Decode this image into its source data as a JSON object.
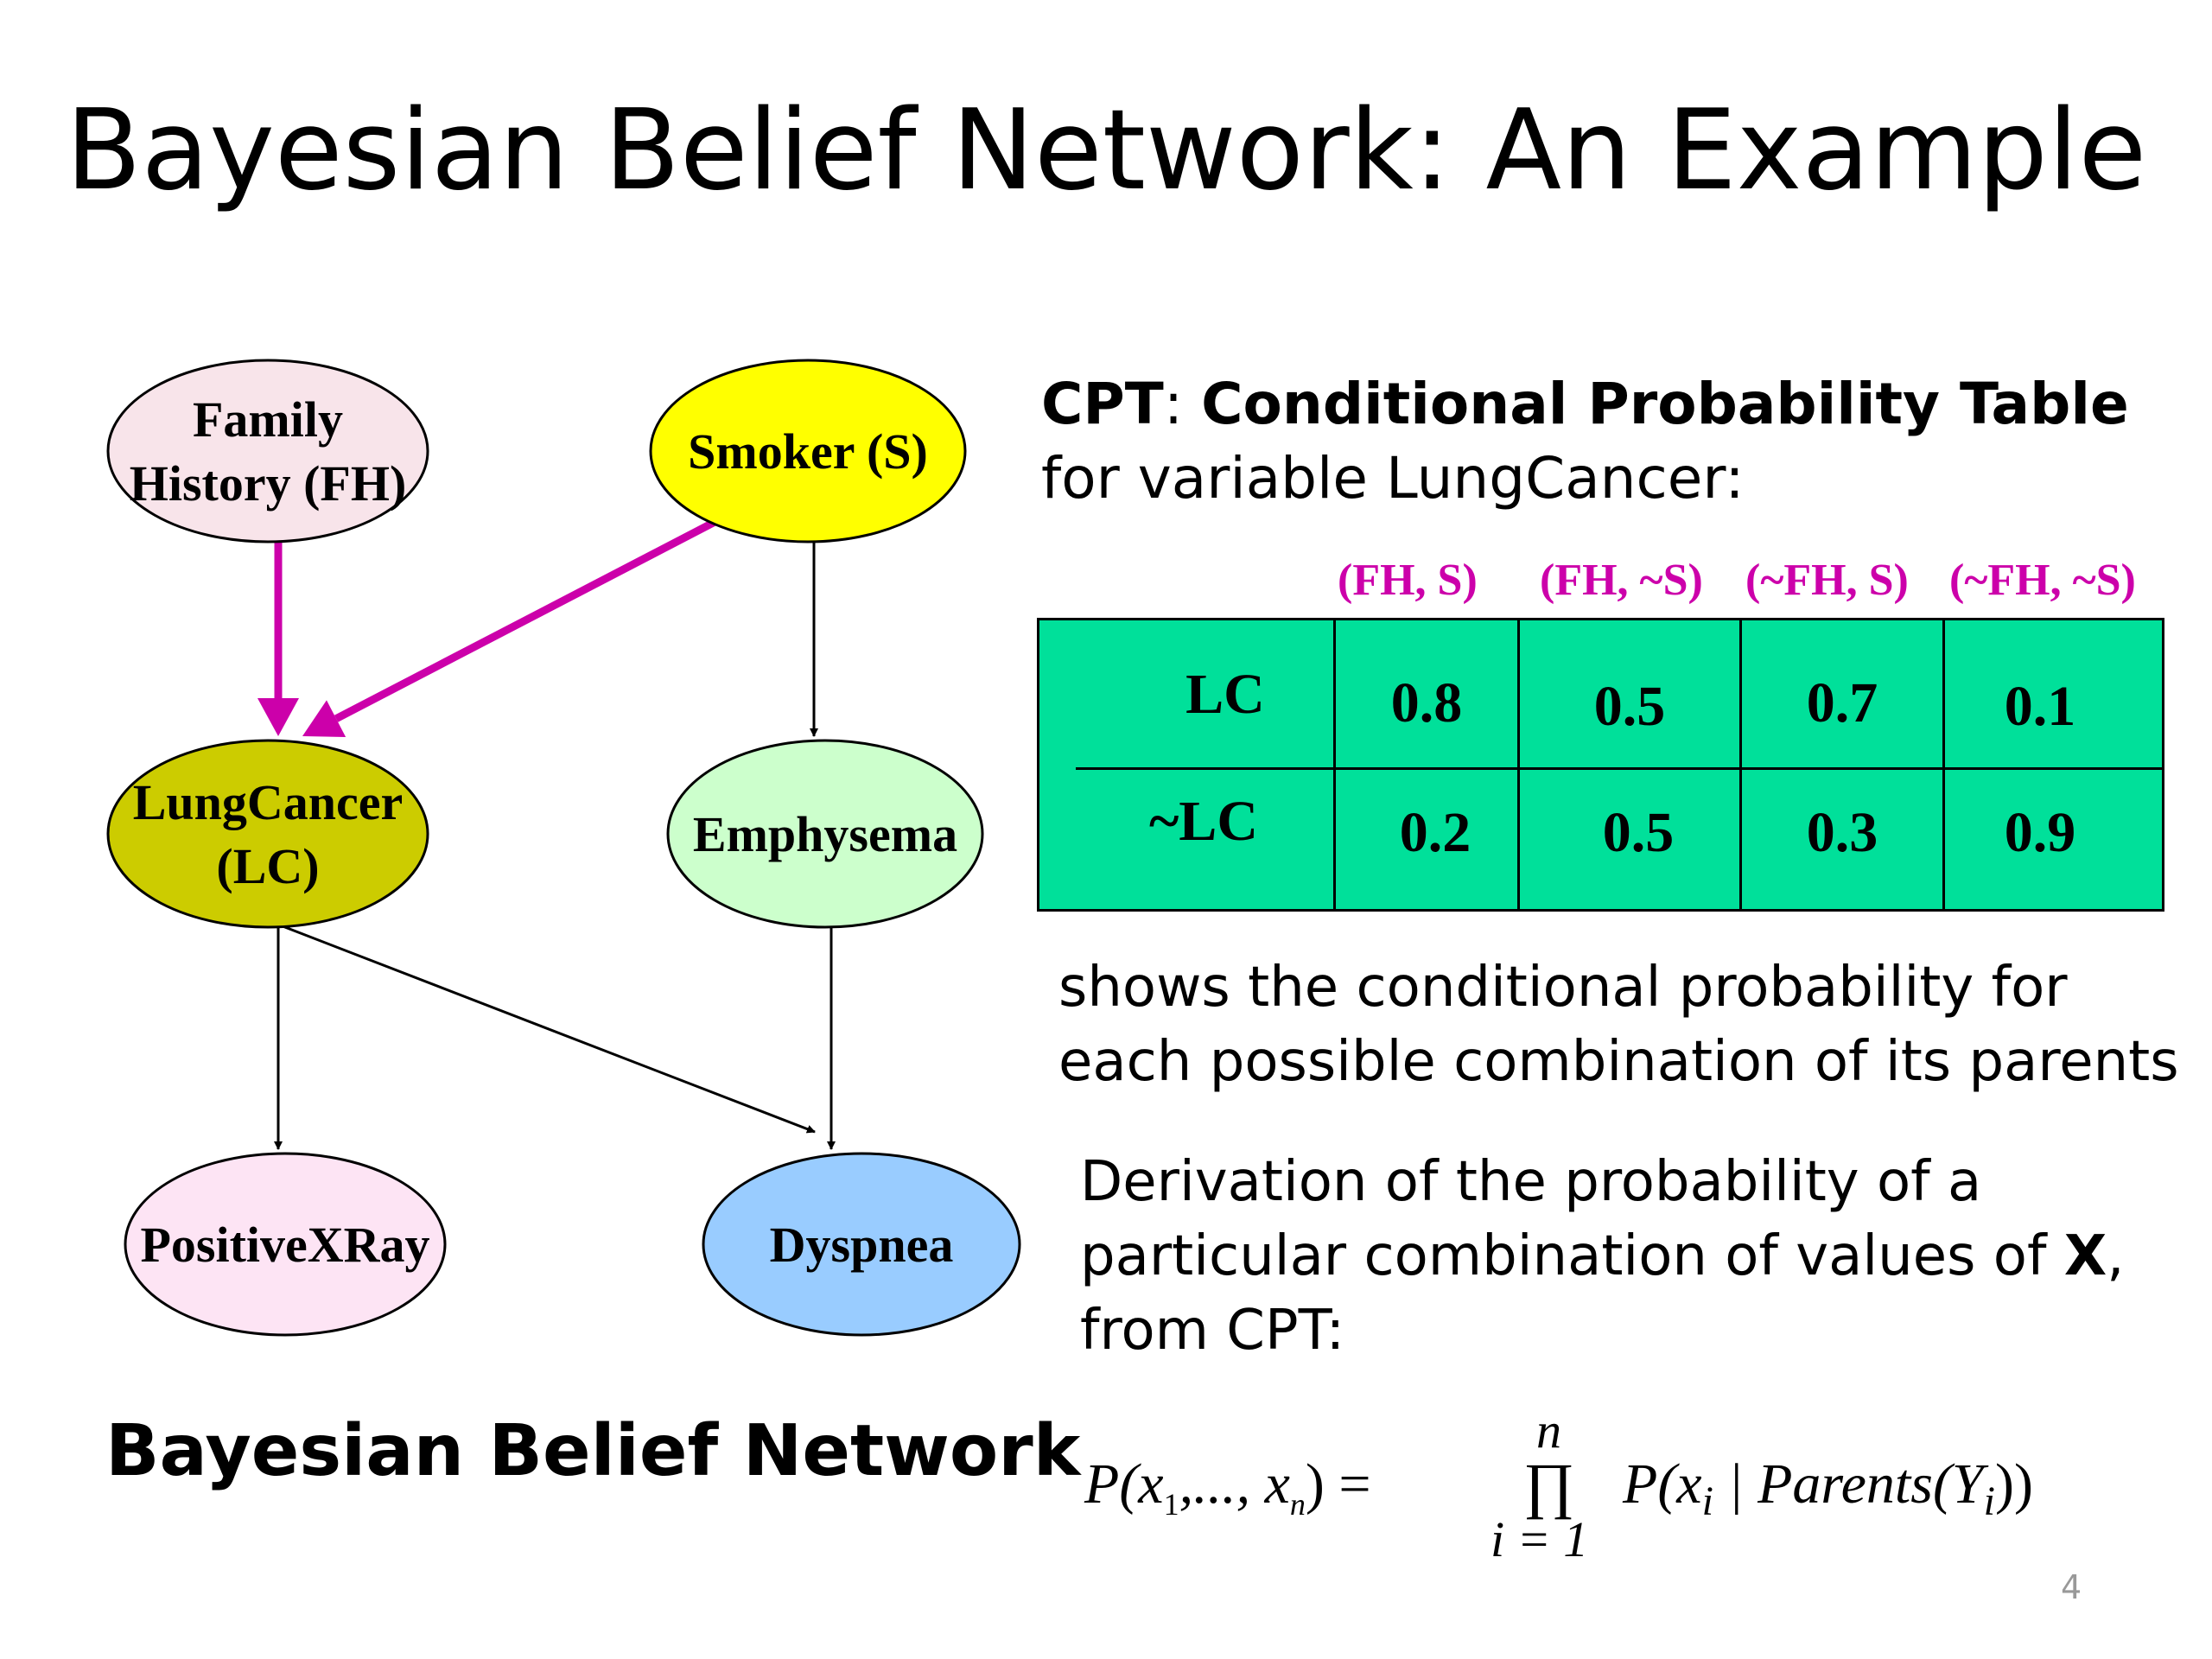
{
  "slide": {
    "title": "Bayesian Belief Network: An Example",
    "page_number": "4"
  },
  "network": {
    "caption": "Bayesian Belief Network",
    "nodes": [
      {
        "id": "fh",
        "lines": [
          "Family",
          "History (FH)"
        ],
        "color": "#f8e4ea"
      },
      {
        "id": "s",
        "lines": [
          "Smoker (S)"
        ],
        "color": "#ffff00"
      },
      {
        "id": "lc",
        "lines": [
          "LungCancer",
          "(LC)"
        ],
        "color": "#cccc00"
      },
      {
        "id": "em",
        "lines": [
          "Emphysema"
        ],
        "color": "#ccffcc"
      },
      {
        "id": "px",
        "lines": [
          "PositiveXRay"
        ],
        "color": "#fde4f4"
      },
      {
        "id": "dy",
        "lines": [
          "Dyspnea"
        ],
        "color": "#99ccff"
      }
    ],
    "edges": [
      {
        "from": "fh",
        "to": "lc",
        "highlight": true
      },
      {
        "from": "s",
        "to": "lc",
        "highlight": true
      },
      {
        "from": "s",
        "to": "em",
        "highlight": false
      },
      {
        "from": "lc",
        "to": "px",
        "highlight": false
      },
      {
        "from": "lc",
        "to": "dy",
        "highlight": false
      },
      {
        "from": "em",
        "to": "dy",
        "highlight": false
      }
    ],
    "highlight_color": "#cc00aa"
  },
  "cpt": {
    "heading_bold_1": "CPT",
    "heading_colon": ": ",
    "heading_bold_2": "Conditional Probability Table",
    "heading_line2": "for variable LungCancer:",
    "columns": [
      "(FH, S)",
      "(FH, ~S)",
      "(~FH, S)",
      "(~FH, ~S)"
    ],
    "rows": [
      {
        "label": "LC",
        "values": [
          "0.8",
          "0.5",
          "0.7",
          "0.1"
        ]
      },
      {
        "label": "~LC",
        "values": [
          "0.2",
          "0.5",
          "0.3",
          "0.9"
        ]
      }
    ],
    "table_color": "#00e09a",
    "column_color": "#cc00aa"
  },
  "text": {
    "para1_line1": "shows the conditional probability for",
    "para1_line2": "each possible combination of its parents",
    "para2_line1": "Derivation of the probability of a",
    "para2_line2_pre": "particular combination of values of ",
    "para2_line2_bold": "X",
    "para2_line2_post": ",",
    "para2_line3": "from CPT:"
  },
  "formula": {
    "lhs": "P(x",
    "lhs_sub1": "1",
    "lhs_mid": ",..., x",
    "lhs_subn": "n",
    "lhs_close": ") =",
    "upper": "n",
    "operator": "∏",
    "lower": "i = 1",
    "rhs": "P(x",
    "rhs_sub": "i",
    "rhs_mid": " | Parents(Y",
    "rhs_sub2": "i",
    "rhs_close": "))"
  }
}
